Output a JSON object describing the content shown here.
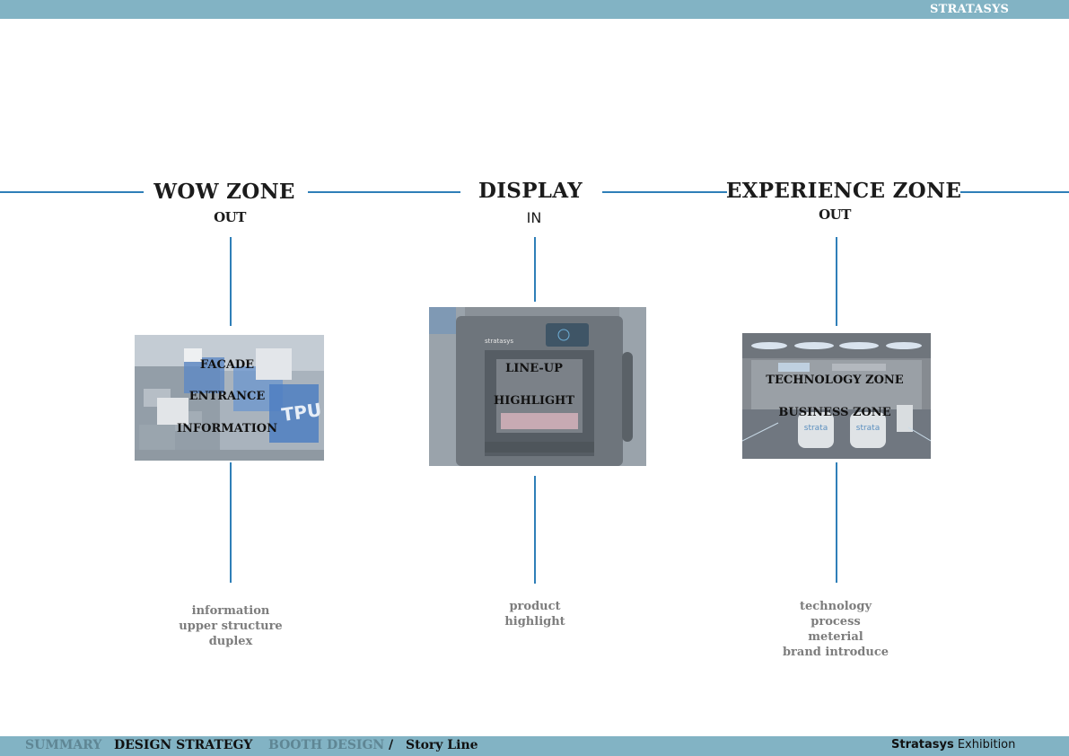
{
  "header": {
    "brand": "STRATASYS"
  },
  "zones": [
    {
      "title": "WOW ZONE",
      "subtitle": "OUT",
      "photo_labels": [
        "FACADE",
        "ENTRANCE",
        "INFORMATION"
      ],
      "description": [
        "information",
        "upper structure",
        "duplex"
      ]
    },
    {
      "title": "DISPLAY",
      "subtitle": "IN",
      "photo_labels": [
        "LINE-UP",
        "HIGHLIGHT"
      ],
      "description": [
        "product",
        "highlight"
      ]
    },
    {
      "title": "EXPERIENCE ZONE",
      "subtitle": "OUT",
      "photo_labels": [
        "TECHNOLOGY ZONE",
        "BUSINESS ZONE"
      ],
      "description": [
        "technology",
        "process",
        "meterial",
        "brand introduce"
      ]
    }
  ],
  "photo_text": {
    "tpu": "TPU",
    "stratasys": "stratasys",
    "strata": "strata"
  },
  "footer": {
    "nav": [
      "SUMMARY",
      "DESIGN STRATEGY",
      "BOOTH DESIGN",
      "/",
      "Story Line"
    ],
    "brand_bold": "Stratasys",
    "brand_rest": "Exhibition"
  },
  "colors": {
    "bar": "#82b3c4",
    "line": "#2f7fb8",
    "muted_text": "#7d7d7d"
  }
}
